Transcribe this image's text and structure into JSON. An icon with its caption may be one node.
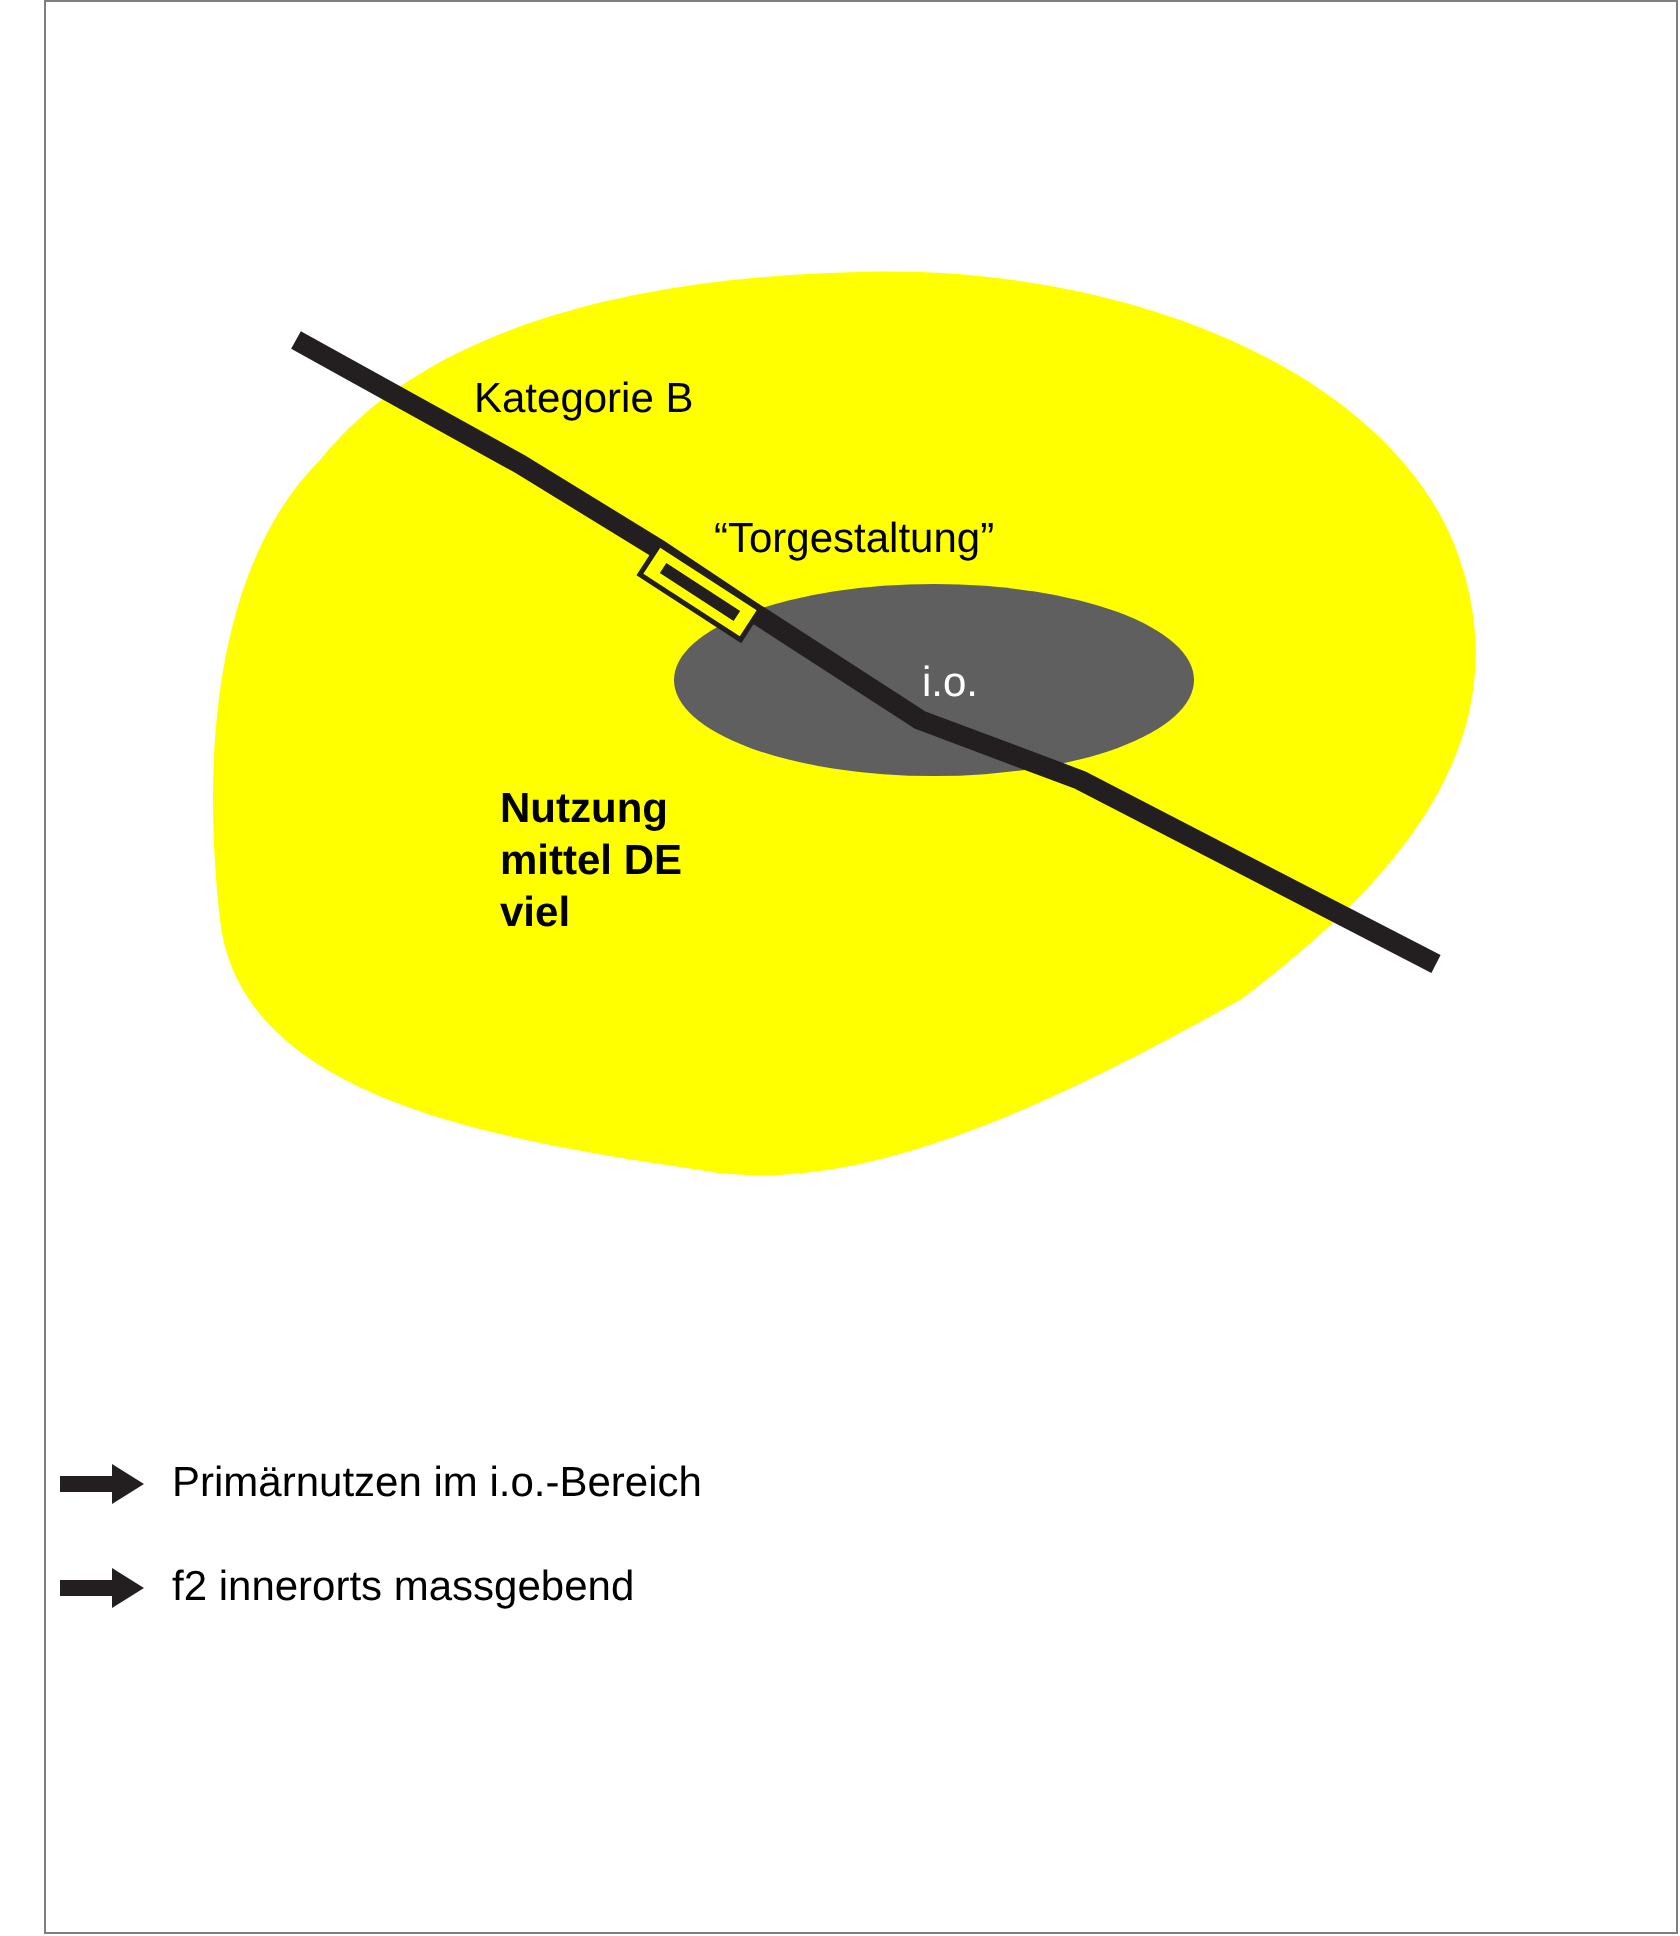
{
  "diagram": {
    "nodes": [
      {
        "text": [
          "Nutzung mittel DE viel"
        ]
      },
      {
        "text": [
          "i.o."
        ],
        "in": 0
      }
    ],
    "labels": [
      "Kategorie B",
      "“Torgestaltung”",
      "Primärnutzen im i.o.-Bereich",
      "f2 innerorts massgebend"
    ]
  }
}
